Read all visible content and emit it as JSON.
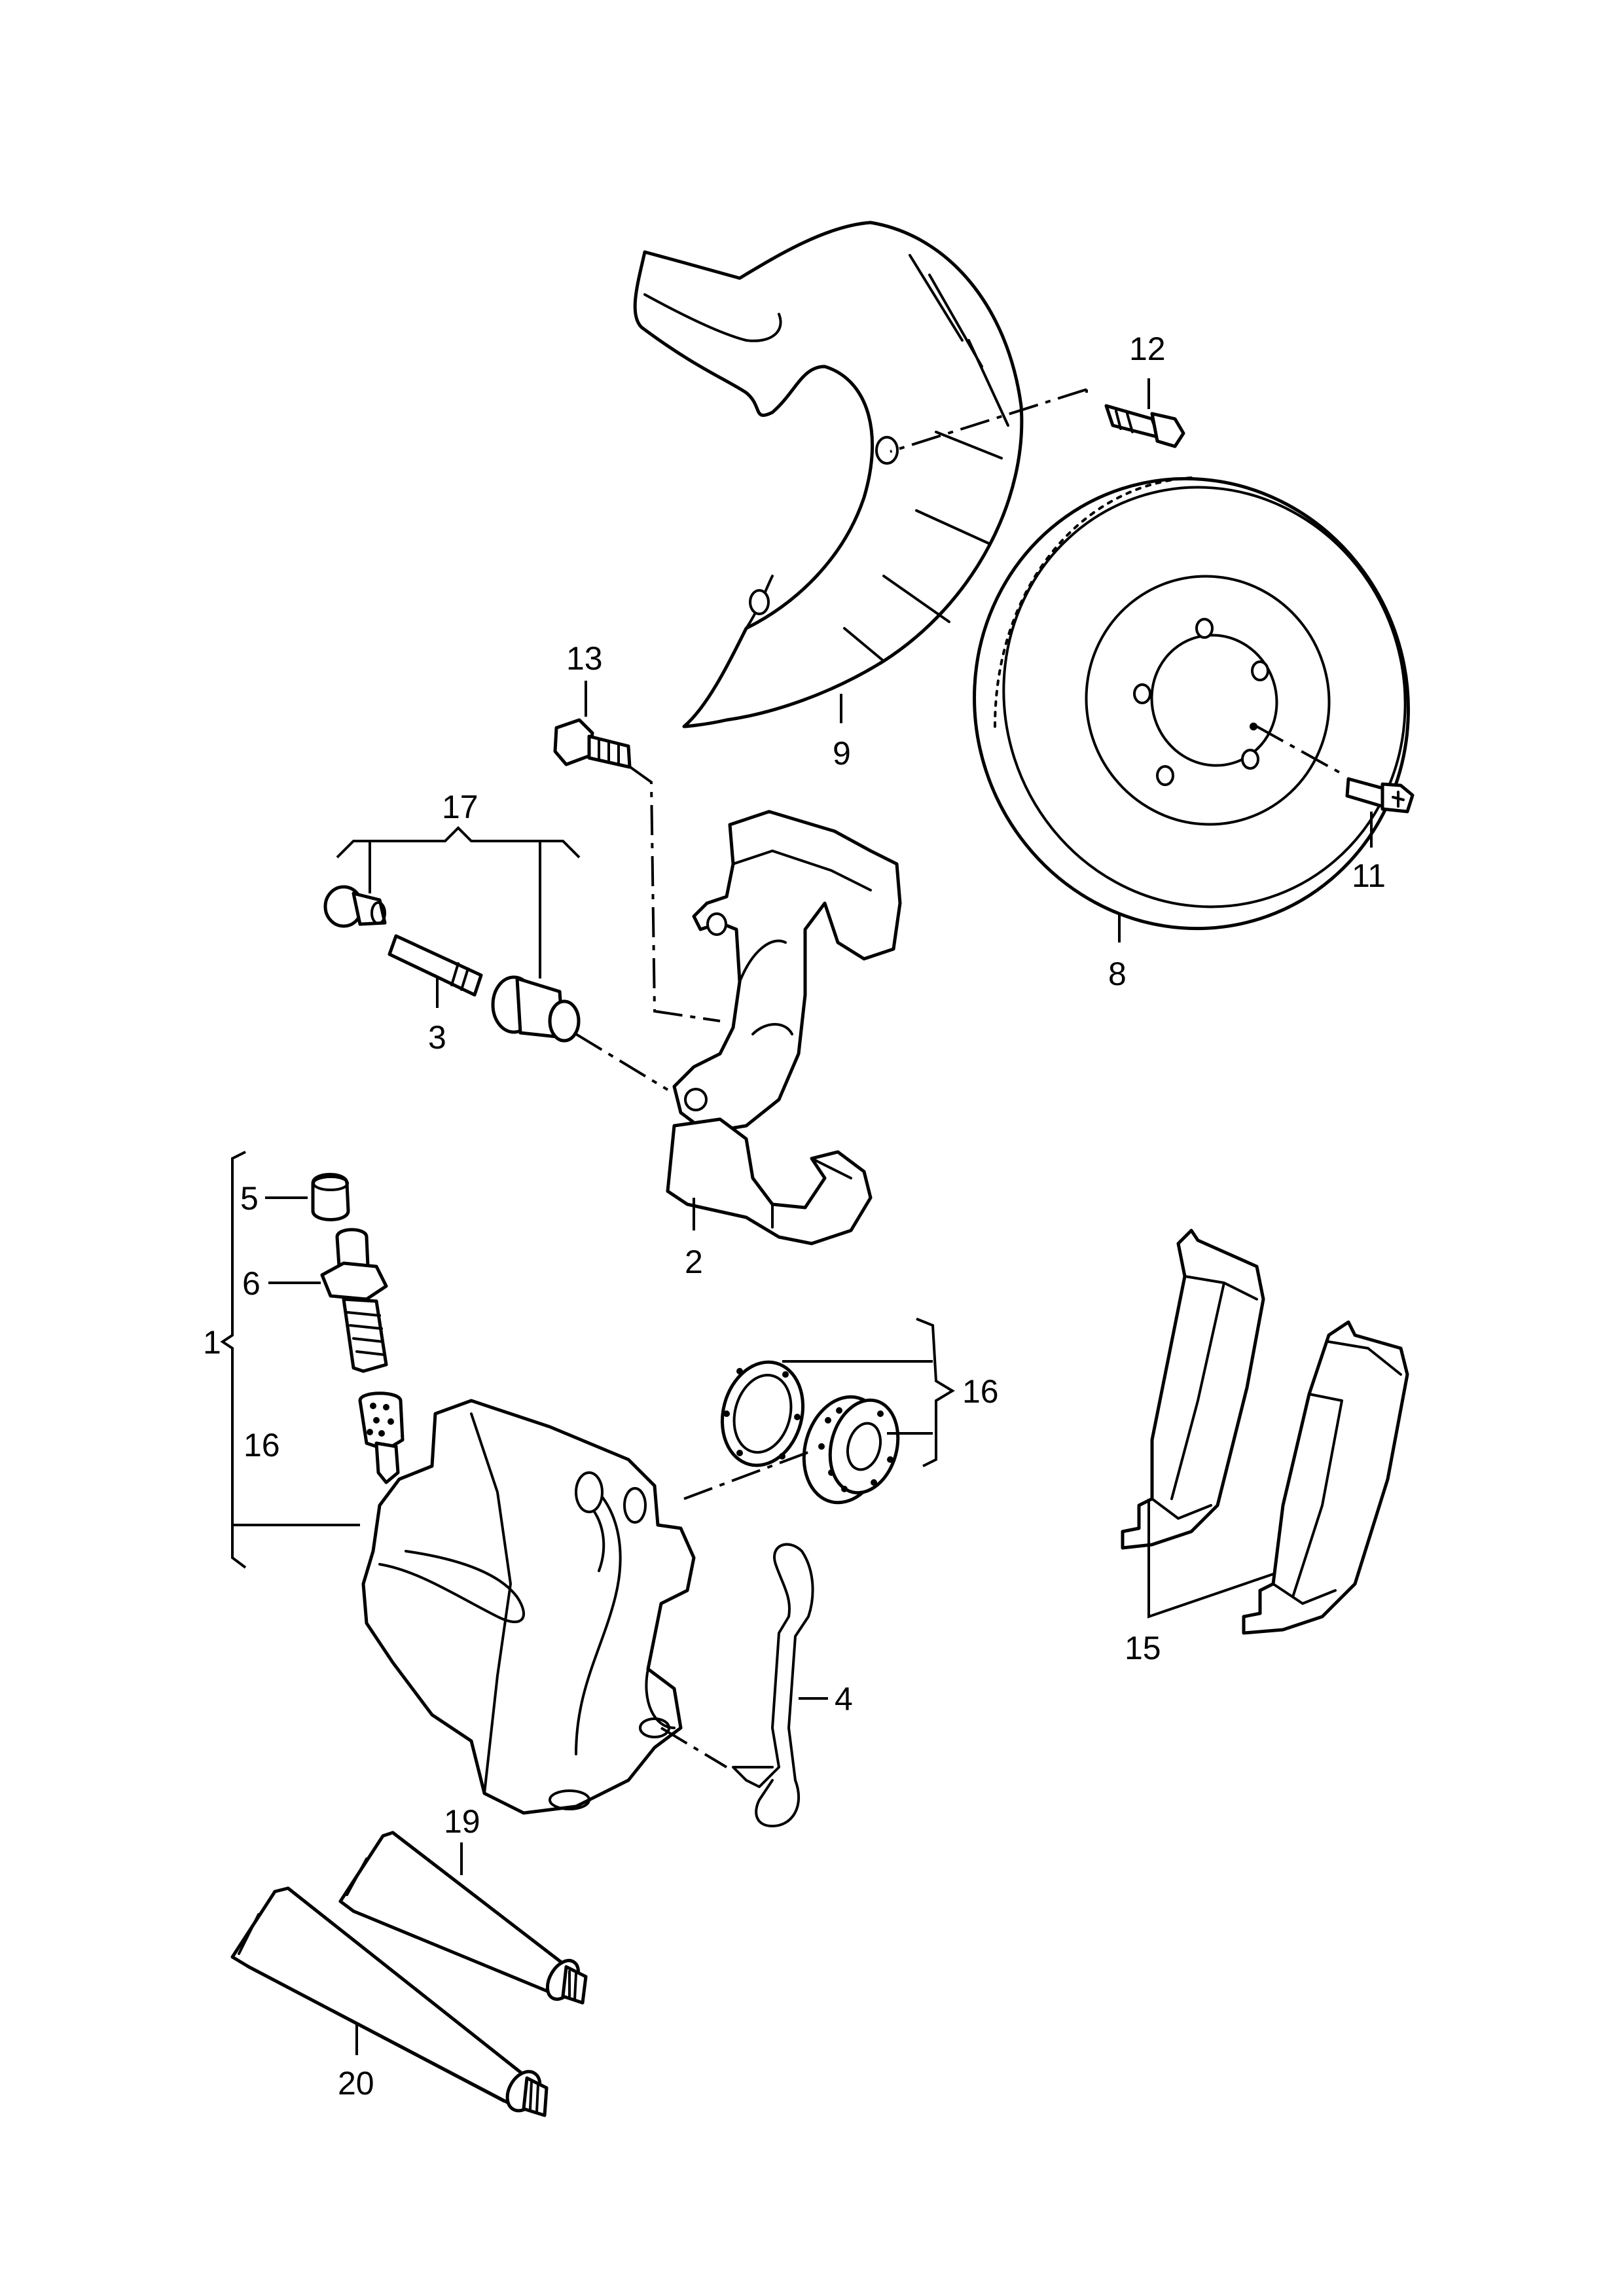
{
  "callouts": {
    "c1": "1",
    "c2": "2",
    "c3": "3",
    "c4": "4",
    "c5": "5",
    "c6": "6",
    "c8": "8",
    "c9": "9",
    "c11": "11",
    "c12": "12",
    "c13": "13",
    "c15": "15",
    "c16a": "16",
    "c16b": "16",
    "c17": "17",
    "c19": "19",
    "c20": "20"
  },
  "colors": {
    "line": "#000000",
    "background": "#ffffff"
  }
}
